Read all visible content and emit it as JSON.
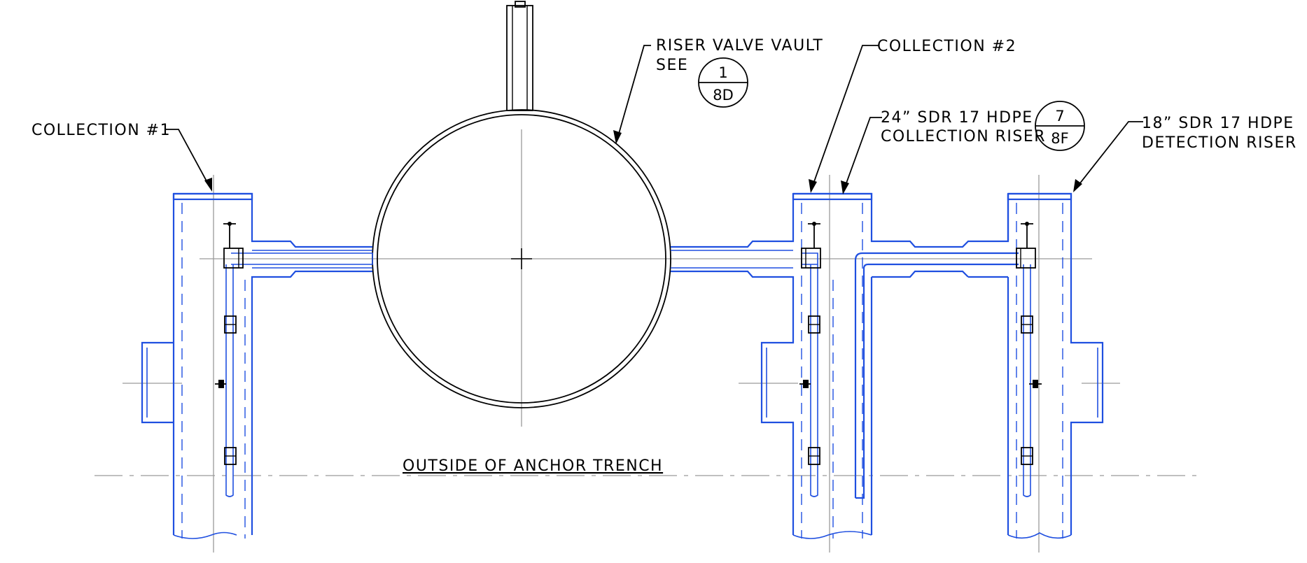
{
  "labels": {
    "collection_1": "COLLECTION #1",
    "riser_vault_line1": "RISER VALVE VAULT",
    "riser_vault_line2": "SEE",
    "collection_2": "COLLECTION #2",
    "collection_riser_line1": "24” SDR 17 HDPE",
    "collection_riser_line2": "COLLECTION RISER",
    "detection_riser_line1": "18” SDR 17 HDPE",
    "detection_riser_line2": "DETECTION RISER",
    "anchor_trench": "OUTSIDE OF ANCHOR TRENCH"
  },
  "detail_refs": {
    "vault": {
      "number": "1",
      "sheet": "8D"
    },
    "collection_riser": {
      "number": "7",
      "sheet": "8F"
    }
  },
  "colors": {
    "pipe": "#1f4fe0",
    "centerline": "#9a9a9a",
    "ink": "#000000"
  }
}
